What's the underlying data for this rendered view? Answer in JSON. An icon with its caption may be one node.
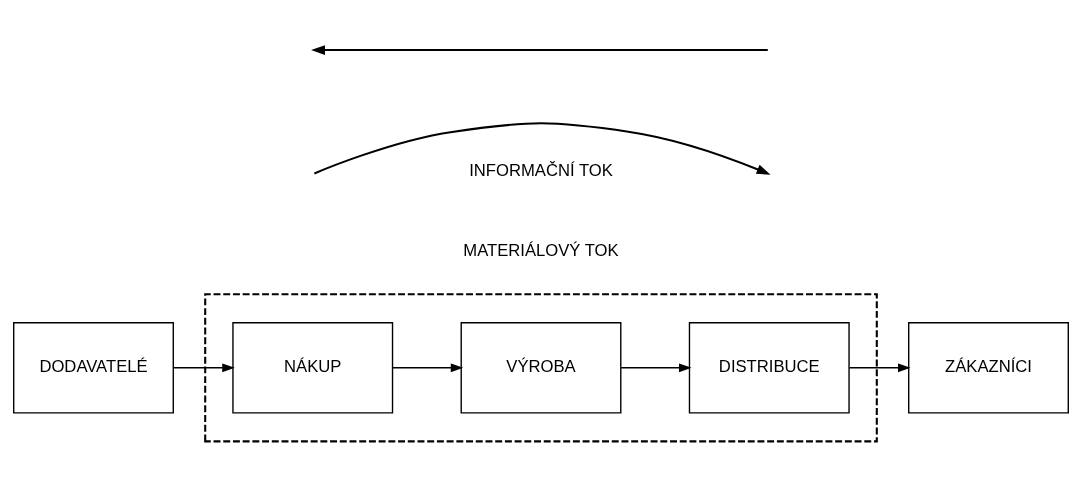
{
  "diagram": {
    "nodes": [
      {
        "text": [
          "DODAVATELÉ"
        ]
      },
      {
        "text": [],
        "shape": "box"
      },
      {
        "text": [
          "NÁKUP"
        ],
        "in": 1
      },
      {
        "text": [
          "VÝROBA"
        ],
        "in": 1
      },
      {
        "text": [
          "DISTRIBUCE"
        ],
        "in": 1
      },
      {
        "text": [
          "ZÁKAZNÍCI"
        ]
      }
    ],
    "edges": [
      {
        "from": 0,
        "to": 2,
        "arrow": "to"
      },
      {
        "from": 2,
        "to": 3,
        "arrow": "to"
      },
      {
        "from": 3,
        "to": 4,
        "arrow": "to"
      },
      {
        "from": 4,
        "to": 5,
        "arrow": "to"
      }
    ],
    "labels": [
      "MATERIÁLOVÝ TOK",
      "INFORMAČNÍ TOK"
    ]
  }
}
